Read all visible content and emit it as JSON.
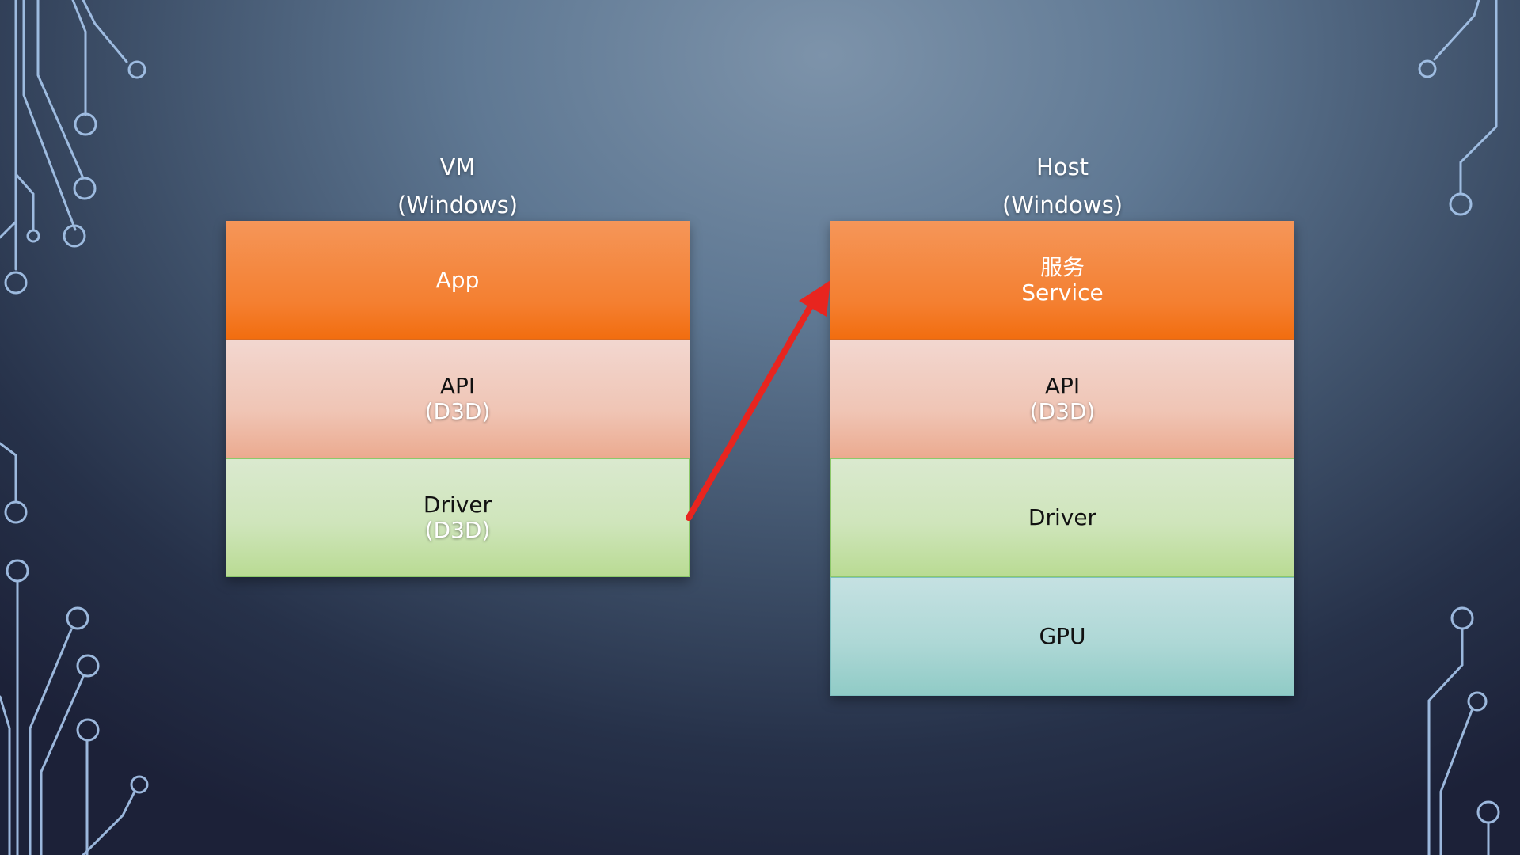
{
  "colors": {
    "app": "#f47f30",
    "api": "#f0c5b5",
    "driver": "#cfe5bb",
    "gpu": "#aed8d6",
    "arrow": "#e8251f",
    "circuit": "#a9c8ee"
  },
  "vm": {
    "title": "VM",
    "subtitle": "(Windows)",
    "layers": [
      {
        "name": "App"
      },
      {
        "name": "API",
        "sub": "(D3D)"
      },
      {
        "name": "Driver",
        "sub": "(D3D)"
      }
    ]
  },
  "host": {
    "title": "Host",
    "subtitle": "(Windows)",
    "layers": [
      {
        "name": "服务",
        "sub": "Service"
      },
      {
        "name": "API",
        "sub": "(D3D)"
      },
      {
        "name": "Driver"
      },
      {
        "name": "GPU"
      }
    ]
  }
}
